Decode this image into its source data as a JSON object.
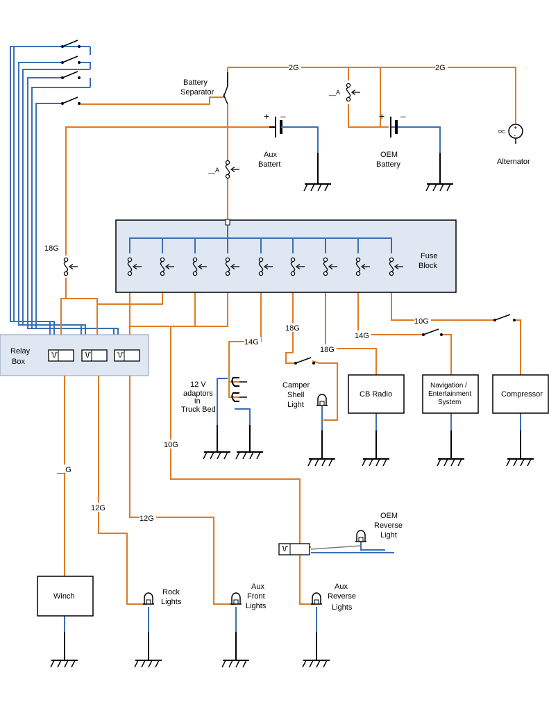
{
  "labels": {
    "battery_separator": [
      "Battery",
      "Separator"
    ],
    "aux_battery": [
      "Aux",
      "Battert"
    ],
    "oem_battery": [
      "OEM",
      "Battery"
    ],
    "alternator": "Alternator",
    "dc": "DC",
    "fuse_block": [
      "Fuse",
      "Block"
    ],
    "relay_box": [
      "Relay",
      "Box"
    ],
    "adaptors_12v": [
      "12 V",
      "adaptors",
      "in",
      "Truck Bed"
    ],
    "camper_shell_light": [
      "Camper",
      "Shell",
      "Light"
    ],
    "cb_radio": "CB Radio",
    "navigation": [
      "Navigation /",
      "Entertainment",
      "System"
    ],
    "compressor": "Compressor",
    "oem_reverse_light": [
      "OEM",
      "Reverse",
      "Light"
    ],
    "winch": "Winch",
    "rock_lights": [
      "Rock",
      "Lights"
    ],
    "aux_front_lights": [
      "Aux",
      "Front",
      "Lights"
    ],
    "aux_reverse_lights": [
      "Aux",
      "Reverse",
      "Lights"
    ],
    "fuse_amp": "__A",
    "battery_plus": "+",
    "battery_minus": "–"
  },
  "gauges": {
    "top_left": "2G",
    "top_right": "2G",
    "relay_fuse": "18G",
    "adaptors": "14G",
    "camper": "18G",
    "cb_radio": "18G",
    "navigation": "14G",
    "compressor": "10G",
    "reverse_feed": "10G",
    "winch": "__G",
    "rock": "12G",
    "aux_front": "12G"
  },
  "colors": {
    "power_wire": "#e07b22",
    "relay_wire": "#3a6fb5",
    "ground_wire": "#000000",
    "panel_fill": "#dfe7f3"
  }
}
